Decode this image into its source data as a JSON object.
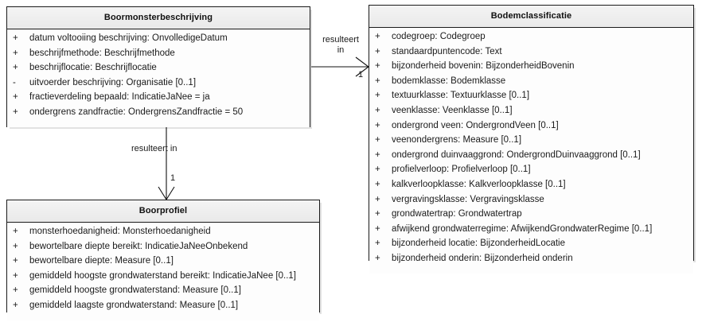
{
  "diagram": {
    "type": "uml-class-diagram",
    "background": "#ffffff",
    "border_color": "#1a1a1a",
    "header_fill": "#efefef"
  },
  "classes": [
    {
      "id": "boormonsterbeschrijving",
      "name": "Boormonsterbeschrijving",
      "attributes": [
        {
          "visibility": "+",
          "text": "datum voltooiing beschrijving: OnvolledigeDatum"
        },
        {
          "visibility": "+",
          "text": "beschrijfmethode: Beschrijfmethode"
        },
        {
          "visibility": "+",
          "text": "beschrijflocatie: Beschrijflocatie"
        },
        {
          "visibility": "-",
          "text": "uitvoerder beschrijving: Organisatie [0..1]"
        },
        {
          "visibility": "+",
          "text": "fractieverdeling bepaald: IndicatieJaNee = ja"
        },
        {
          "visibility": "+",
          "text": "ondergrens zandfractie: OndergrensZandfractie = 50"
        }
      ]
    },
    {
      "id": "bodemclassificatie",
      "name": "Bodemclassificatie",
      "attributes": [
        {
          "visibility": "+",
          "text": "codegroep: Codegroep"
        },
        {
          "visibility": "+",
          "text": "standaardpuntencode: Text"
        },
        {
          "visibility": "+",
          "text": "bijzonderheid bovenin: BijzonderheidBovenin"
        },
        {
          "visibility": "+",
          "text": "bodemklasse: Bodemklasse"
        },
        {
          "visibility": "+",
          "text": "textuurklasse: Textuurklasse [0..1]"
        },
        {
          "visibility": "+",
          "text": "veenklasse: Veenklasse [0..1]"
        },
        {
          "visibility": "+",
          "text": "ondergrond veen: OndergrondVeen [0..1]"
        },
        {
          "visibility": "+",
          "text": "veenondergrens: Measure [0..1]"
        },
        {
          "visibility": "+",
          "text": "ondergrond duinvaaggrond: OndergrondDuinvaaggrond [0..1]"
        },
        {
          "visibility": "+",
          "text": "profielverloop: Profielverloop [0..1]"
        },
        {
          "visibility": "+",
          "text": "kalkverloopklasse: Kalkverloopklasse [0..1]"
        },
        {
          "visibility": "+",
          "text": "vergravingsklasse: Vergravingsklasse"
        },
        {
          "visibility": "+",
          "text": "grondwatertrap: Grondwatertrap"
        },
        {
          "visibility": "+",
          "text": "afwijkend grondwaterregime: AfwijkendGrondwaterRegime [0..1]"
        },
        {
          "visibility": "+",
          "text": "bijzonderheid locatie: BijzonderheidLocatie"
        },
        {
          "visibility": "+",
          "text": "bijzonderheid onderin: Bijzonderheid onderin"
        }
      ]
    },
    {
      "id": "boorprofiel",
      "name": "Boorprofiel",
      "attributes": [
        {
          "visibility": "+",
          "text": "monsterhoedanigheid: Monsterhoedanigheid"
        },
        {
          "visibility": "+",
          "text": "bewortelbare diepte bereikt: IndicatieJaNeeOnbekend"
        },
        {
          "visibility": "+",
          "text": "bewortelbare diepte: Measure [0..1]"
        },
        {
          "visibility": "+",
          "text": "gemiddeld hoogste grondwaterstand bereikt: IndicatieJaNee [0..1]"
        },
        {
          "visibility": "+",
          "text": "gemiddeld hoogste grondwaterstand: Measure [0..1]"
        },
        {
          "visibility": "+",
          "text": "gemiddeld laagste grondwaterstand: Measure [0..1]"
        }
      ]
    }
  ],
  "associations": [
    {
      "id": "assoc-horizontal",
      "source": "Boormonsterbeschrijving",
      "target": "Bodemclassificatie",
      "label_line1": "resulteert",
      "label_line2": "in",
      "multiplicity": "1",
      "arrow": "open-arrow-right"
    },
    {
      "id": "assoc-vertical",
      "source": "Boormonsterbeschrijving",
      "target": "Boorprofiel",
      "label": "resulteert in",
      "multiplicity": "1",
      "arrow": "open-arrow-down"
    }
  ]
}
